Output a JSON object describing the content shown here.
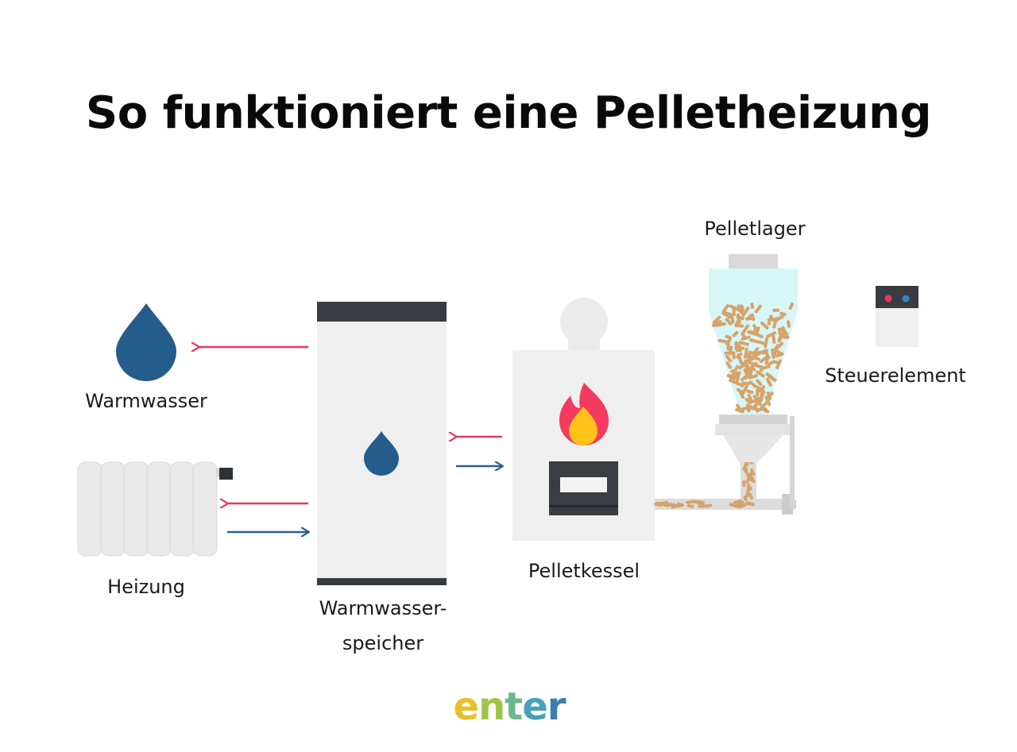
{
  "title": "So funktioniert eine Pelletheizung",
  "labels": {
    "warmwasser": "Warmwasser",
    "heizung": "Heizung",
    "speicher_line1": "Warmwasser-",
    "speicher_line2": "speicher",
    "pelletkessel": "Pelletkessel",
    "pelletlager": "Pelletlager",
    "steuerelement": "Steuerelement"
  },
  "logo": {
    "text": "enter"
  },
  "colors": {
    "hot_arrow": "#e8375f",
    "cold_arrow": "#2b5f8f",
    "water_drop": "#245c8c",
    "tank_body": "#efefef",
    "tank_caps": "#383c40",
    "boiler_body": "#efefef",
    "boiler_door": "#3a3e42",
    "flame_outer": "#f43a5f",
    "flame_inner": "#ffc21a",
    "silo_glass": "#d7f6f7",
    "pellets": "#d6a36a",
    "pipe": "#dadada"
  }
}
